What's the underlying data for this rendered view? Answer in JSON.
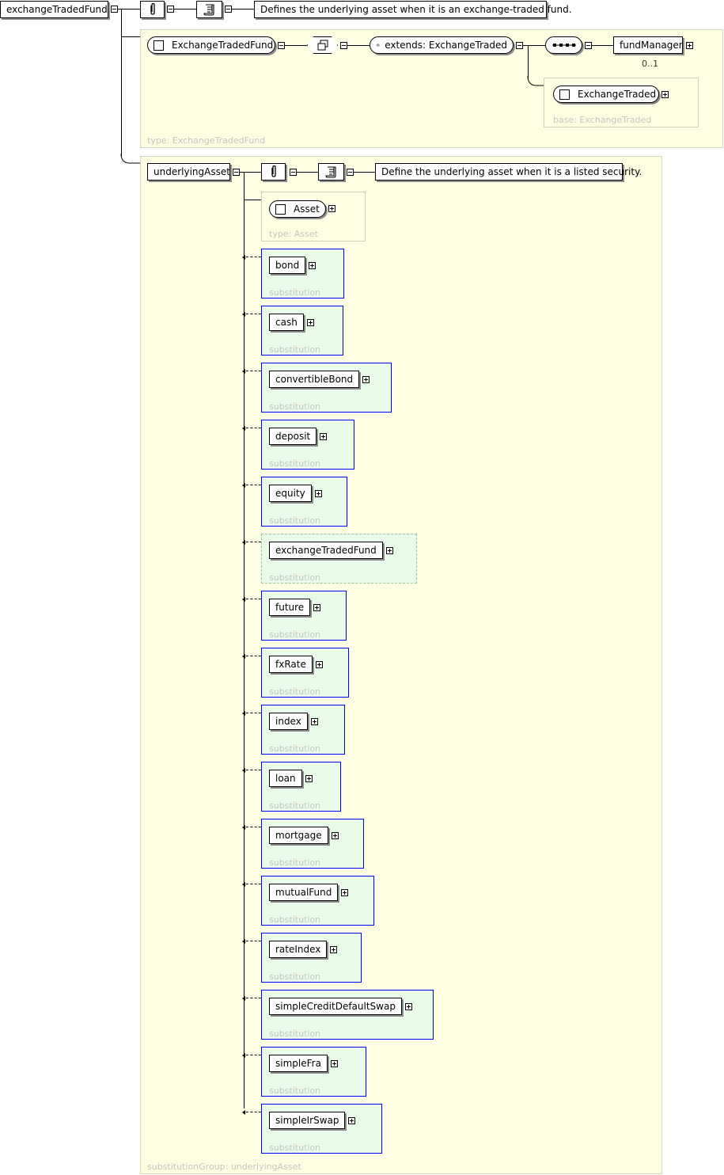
{
  "root": {
    "name": "exchangeTradedFund",
    "documentation": "Defines the underlying asset when it is an exchange-traded fund."
  },
  "type_panel": {
    "complex_type": "ExchangeTradedFund",
    "extends_label": "extends: ExchangeTraded",
    "child_element": "fundManager",
    "child_occurrence": "0..1",
    "base_type": "ExchangeTraded",
    "base_label": "base: ExchangeTraded",
    "type_label": "type: ExchangeTradedFund"
  },
  "underlying": {
    "name": "underlyingAsset",
    "documentation": "Define the underlying asset when it is a listed security.",
    "type_box": "Asset",
    "type_label": "type: Asset",
    "group_label": "substitutionGroup: underlyingAsset",
    "substitution_caption": "substitution",
    "substitutions": [
      "bond",
      "cash",
      "convertibleBond",
      "deposit",
      "equity",
      "exchangeTradedFund",
      "future",
      "fxRate",
      "index",
      "loan",
      "mortgage",
      "mutualFund",
      "rateIndex",
      "simpleCreditDefaultSwap",
      "simpleFra",
      "simpleIrSwap"
    ]
  },
  "icons": {
    "annotation": "paperclip-icon",
    "documentation": "scroll-icon",
    "expand": "plus-box-icon",
    "collapse": "minus-box-icon",
    "sequence": "sequence-icon",
    "derivation": "derivation-icon",
    "extension": "extension-icon"
  },
  "colors": {
    "panel_bg": "#fefee2",
    "substitution_bg": "#e9fce9",
    "substitution_border": "#0000ff",
    "caption": "#c4c4c4"
  }
}
